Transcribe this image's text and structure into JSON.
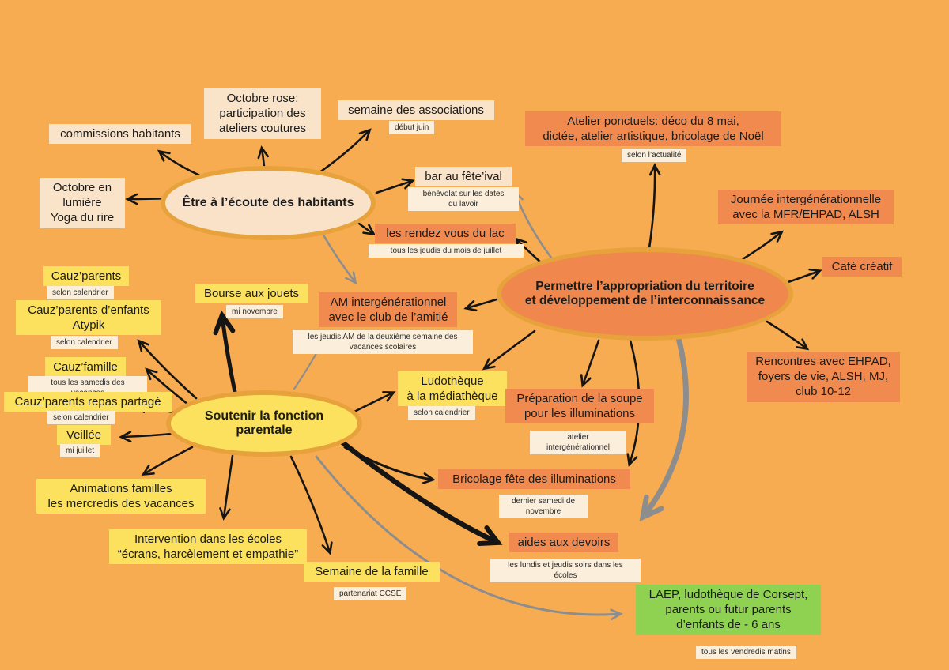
{
  "colors": {
    "background": "#F8AC52",
    "cream_node": "#F9E4CA",
    "yellow_node": "#FBE15E",
    "orange_node": "#F08A4E",
    "green_node": "#8FD150",
    "ellipse_border": "#E7A23B",
    "arrow_black": "#151515",
    "arrow_gray": "#8D8D8D"
  },
  "centers": {
    "listen": {
      "label": "Être à l’écoute des habitants"
    },
    "territory": {
      "label": "Permettre l’appropriation du territoire\net développement de l’interconnaissance"
    },
    "parental": {
      "label": "Soutenir la fonction parentale"
    }
  },
  "nodes": {
    "commissions": {
      "label": "commissions habitants"
    },
    "octobre_rose": {
      "label": "Octobre rose:\nparticipation des\nateliers coutures"
    },
    "semaine_assoc": {
      "label": "semaine des associations",
      "sub": "début juin"
    },
    "octobre_lumiere": {
      "label": "Octobre en\nlumière\nYoga du rire"
    },
    "bar_feteival": {
      "label": "bar au fête’ival",
      "sub": "bénévolat sur les dates\ndu lavoir"
    },
    "rendez_lac": {
      "label": "les rendez vous du lac",
      "sub": "tous les jeudis du mois de juillet"
    },
    "bourse": {
      "label": "Bourse aux jouets",
      "sub": "mi novembre"
    },
    "cauz_parents": {
      "label": "Cauz’parents",
      "sub": "selon calendrier"
    },
    "atypik": {
      "label": "Cauz’parents d’enfants\nAtypik",
      "sub": "selon calendrier"
    },
    "cauz_famille": {
      "label": "Cauz’famille",
      "sub": "tous les samedis des vacances"
    },
    "cauz_repas": {
      "label": "Cauz’parents repas partagé",
      "sub": "selon calendrier"
    },
    "veillee": {
      "label": "Veillée",
      "sub": "mi juillet"
    },
    "animations": {
      "label": "Animations familles\nles mercredis des vacances"
    },
    "intervention": {
      "label": "Intervention dans les écoles\n“écrans, harcèlement et empathie”"
    },
    "semaine_famille": {
      "label": "Semaine de la famille",
      "sub": "partenariat CCSE"
    },
    "ludotheque": {
      "label": "Ludothèque\nà la médiathèque",
      "sub": "selon calendrier"
    },
    "am_inter": {
      "label": "AM intergénérationnel\navec le club de l’amitié",
      "sub": "les jeudis AM de la deuxième semaine des\nvacances scolaires"
    },
    "atelier": {
      "label": "Atelier ponctuels: déco du 8 mai,\ndictée, atelier artistique, bricolage de Noël",
      "sub": "selon l’actualité"
    },
    "journee": {
      "label": "Journée intergénérationnelle\navec la MFR/EHPAD, ALSH"
    },
    "cafe": {
      "label": "Café créatif"
    },
    "rencontres": {
      "label": "Rencontres avec EHPAD,\nfoyers de vie, ALSH, MJ,\nclub 10-12"
    },
    "soupe": {
      "label": "Préparation de la soupe\npour les illuminations",
      "sub": "atelier\nintergénérationnel"
    },
    "bricolage": {
      "label": "Bricolage fête des illuminations",
      "sub": "dernier samedi de\nnovembre"
    },
    "aides": {
      "label": "aides aux devoirs",
      "sub": "les lundis et jeudis soirs dans les\nécoles"
    },
    "laep": {
      "label": "LAEP, ludothèque de Corsept,\nparents ou futur parents\nd’enfants de - 6 ans",
      "sub": "tous les vendredis matins"
    }
  }
}
